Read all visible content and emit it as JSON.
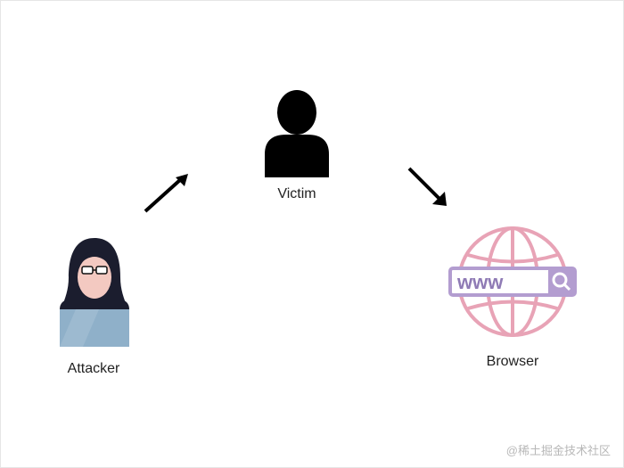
{
  "diagram": {
    "nodes": {
      "victim": {
        "label": "Victim",
        "icon": "person-silhouette-icon"
      },
      "attacker": {
        "label": "Attacker",
        "icon": "hooded-hacker-icon"
      },
      "browser": {
        "label": "Browser",
        "icon": "globe-www-search-icon",
        "search_text": "www"
      }
    },
    "edges": [
      {
        "from": "attacker",
        "to": "victim"
      },
      {
        "from": "victim",
        "to": "browser"
      }
    ]
  },
  "watermark": "@稀土掘金技术社区",
  "colors": {
    "globe": "#e8a3b6",
    "search_bar": "#b39dd0",
    "hacker_hood": "#1b1d2e",
    "laptop": "#8fb0c9",
    "silhouette": "#000000"
  }
}
